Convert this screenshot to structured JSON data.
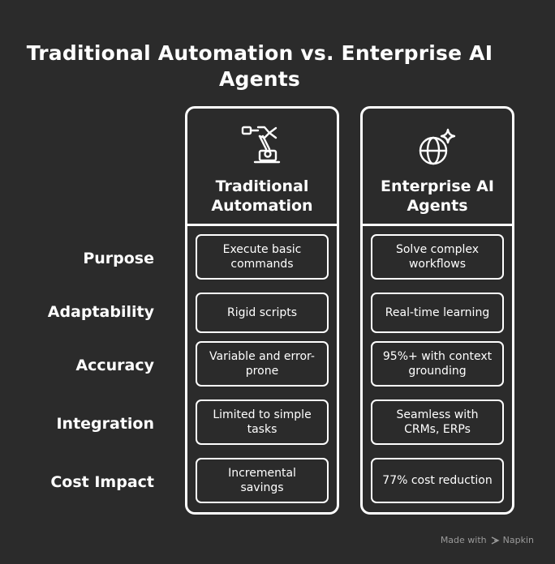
{
  "title": "Traditional Automation vs. Enterprise AI Agents",
  "columns": [
    {
      "heading": "Traditional Automation",
      "icon": "robotic-arm-icon",
      "cells": [
        "Execute basic commands",
        "Rigid scripts",
        "Variable and error-prone",
        "Limited to simple tasks",
        "Incremental savings"
      ]
    },
    {
      "heading": "Enterprise AI Agents",
      "icon": "globe-sparkle-icon",
      "cells": [
        "Solve complex workflows",
        "Real-time learning",
        "95%+ with context grounding",
        "Seamless with CRMs, ERPs",
        "77% cost reduction"
      ]
    }
  ],
  "rows": [
    "Purpose",
    "Adaptability",
    "Accuracy",
    "Integration",
    "Cost Impact"
  ],
  "footer": {
    "made_with": "Made with",
    "brand": "Napkin"
  }
}
